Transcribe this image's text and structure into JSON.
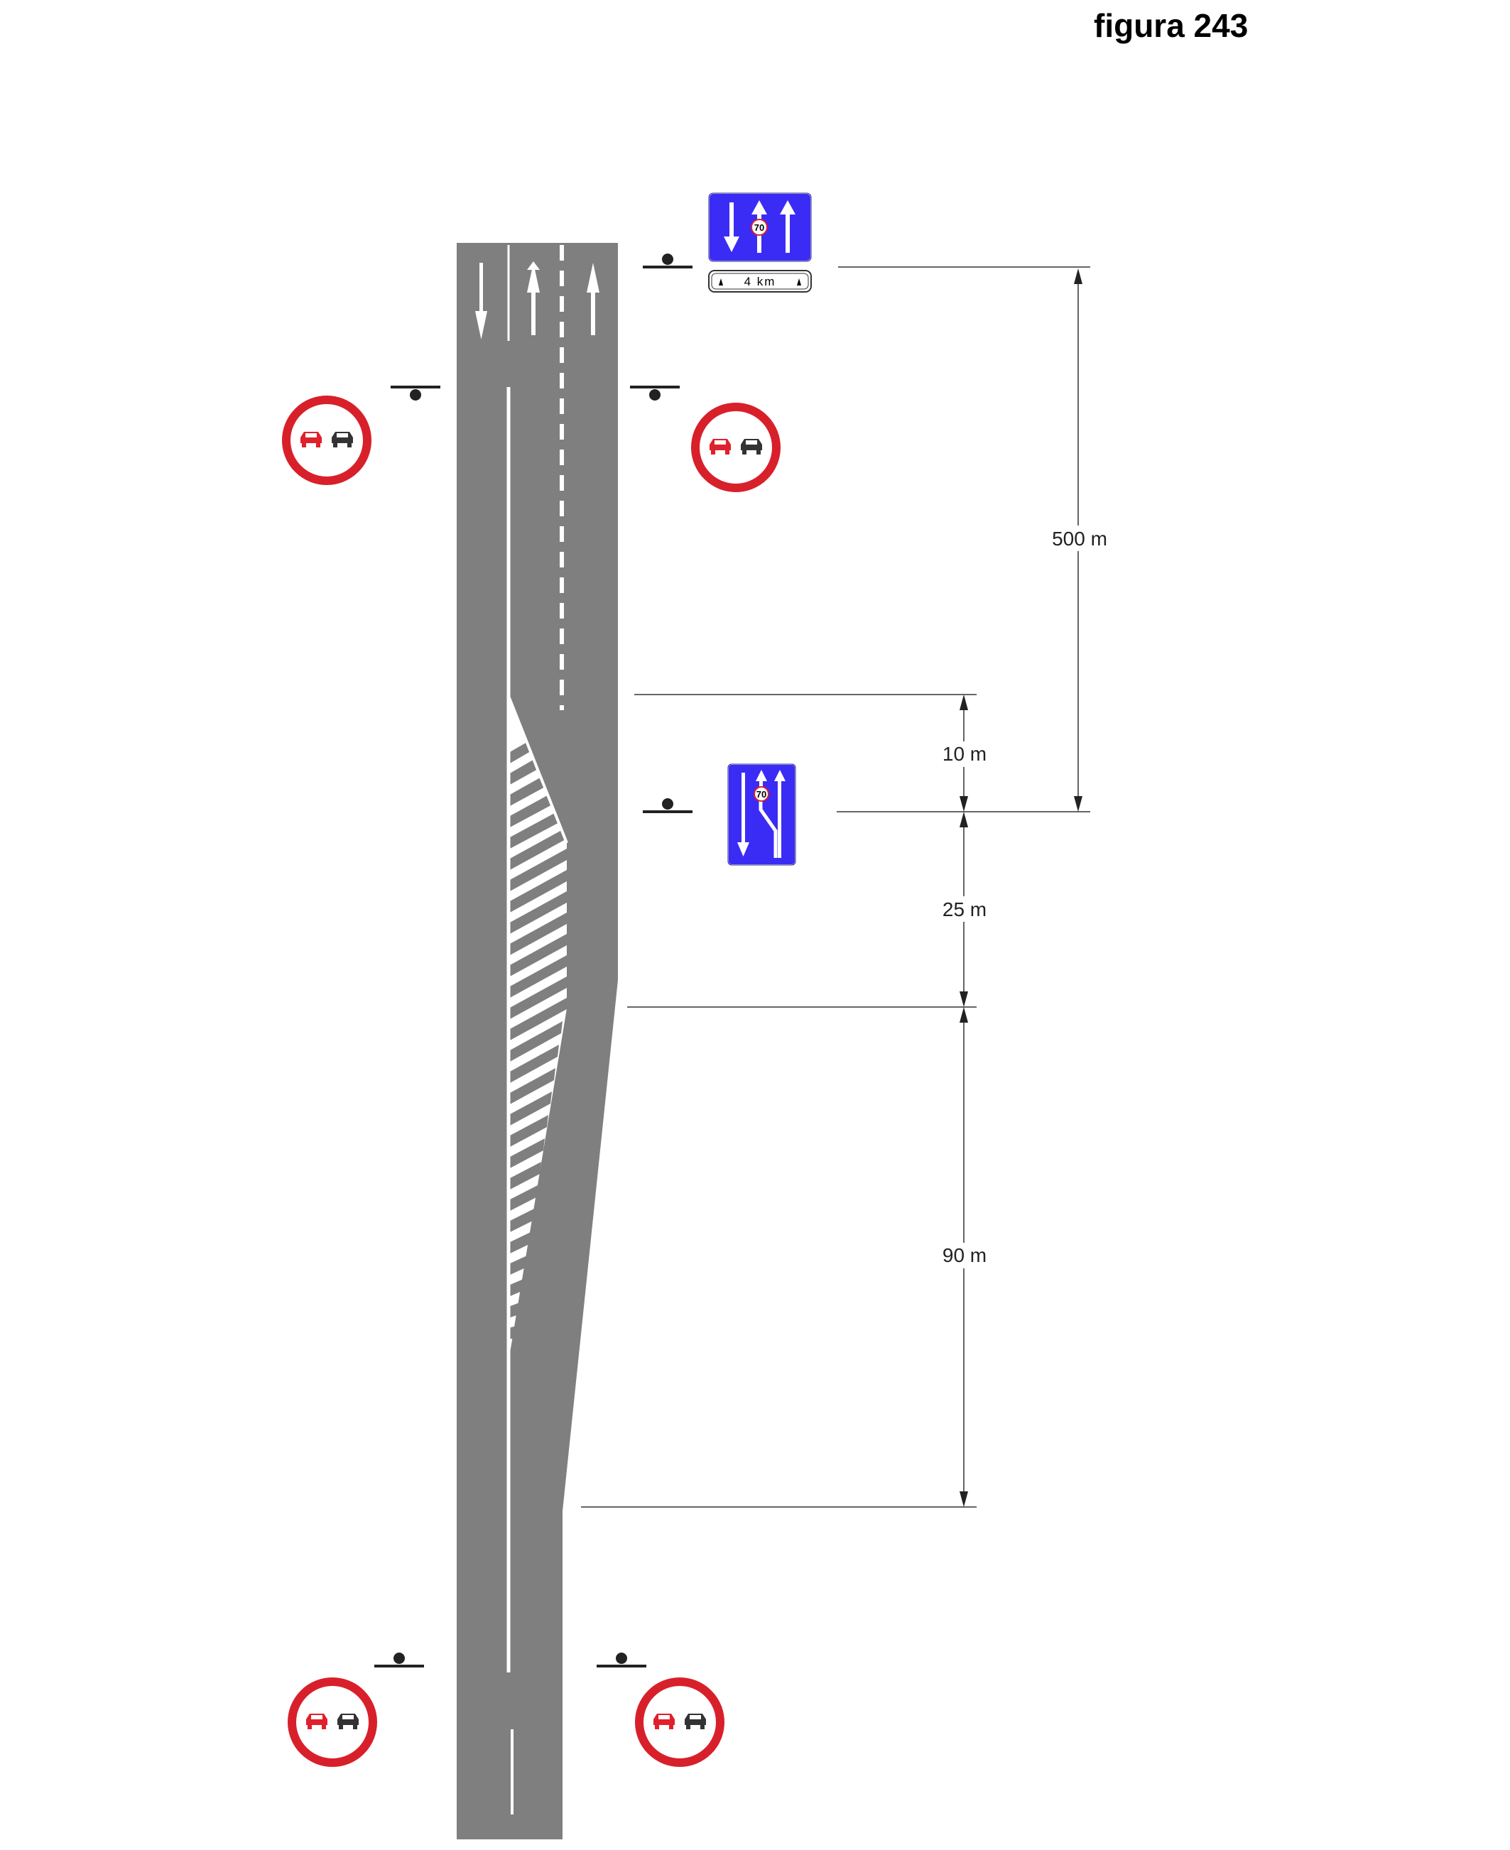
{
  "figure": {
    "title": "figura 243"
  },
  "signs": {
    "lane_sign_top": {
      "name": "lane-configuration-sign",
      "speed_limit": "70",
      "color": "#3a2cf5"
    },
    "distance_plate": {
      "text": "4 km"
    },
    "lane_sign_middle": {
      "name": "lane-start-sign",
      "speed_limit": "70",
      "color": "#3a2cf5"
    },
    "no_overtaking": {
      "count": 4,
      "ring_color": "#d8202b",
      "car_left_color": "#e0202b",
      "car_right_color": "#333333"
    }
  },
  "dimensions": {
    "d500": "500 m",
    "d10": "10 m",
    "d25": "25 m",
    "d90": "90 m"
  },
  "road": {
    "asphalt_color": "#7f7f7f",
    "marking_color": "#ffffff",
    "hatch_color": "#7f7f7f"
  }
}
